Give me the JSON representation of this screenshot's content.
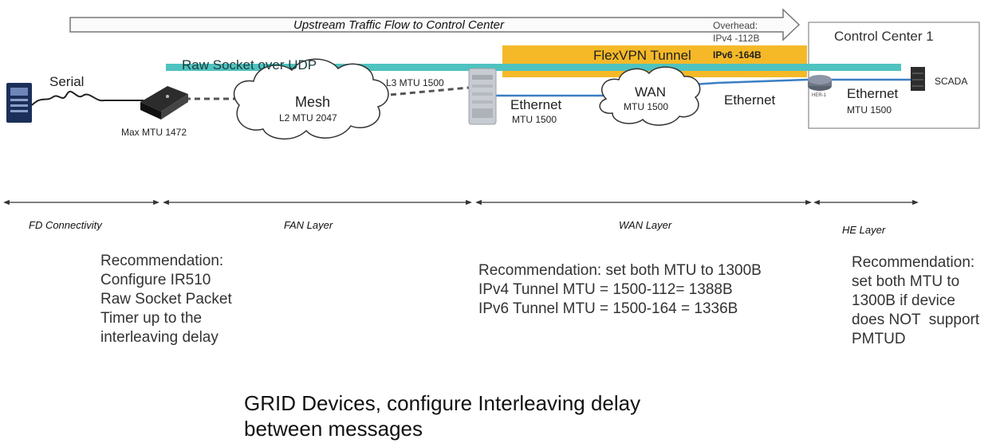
{
  "flow_arrow_label": "Upstream Traffic Flow to Control Center",
  "overhead": {
    "title": "Overhead:",
    "ipv4": "IPv4 -112B",
    "ipv6": "IPv6 -164B"
  },
  "control_center_title": "Control Center 1",
  "raw_socket_label": "Raw Socket over UDP",
  "flexvpn_label": "FlexVPN Tunnel",
  "serial_label": "Serial",
  "max_mtu_label": "Max MTU 1472",
  "mesh": {
    "title": "Mesh",
    "mtu": "L2 MTU 2047"
  },
  "l3_mtu_label": "L3 MTU 1500",
  "ethernet_left": {
    "title": "Ethernet",
    "mtu": "MTU 1500"
  },
  "wan_cloud": {
    "title": "WAN",
    "mtu": "MTU 1500"
  },
  "ethernet_right_label": "Ethernet",
  "ethernet_cc": {
    "title": "Ethernet",
    "mtu": "MTU 1500"
  },
  "her_label": "HER-1",
  "scada_label": "SCADA",
  "layers": {
    "fd": "FD Connectivity",
    "fan": "FAN Layer",
    "wan": "WAN Layer",
    "he": "HE Layer"
  },
  "recommendations": {
    "fd": "Recommendation:\nConfigure IR510\nRaw Socket Packet\nTimer up to the\ninterleaving delay",
    "wan": "Recommendation: set both MTU to 1300B\nIPv4 Tunnel MTU = 1500-112= 1388B\nIPv6 Tunnel MTU = 1500-164 = 1336B",
    "he": "Recommendation:\nset both MTU to\n1300B if device\ndoes NOT  support\nPMTUD"
  },
  "footer": "GRID Devices, configure Interleaving delay\nbetween messages",
  "colors": {
    "teal_bar": "#4fc3c0",
    "flexvpn_bar": "#f4b51c",
    "blue_link": "#3a7fc4"
  }
}
